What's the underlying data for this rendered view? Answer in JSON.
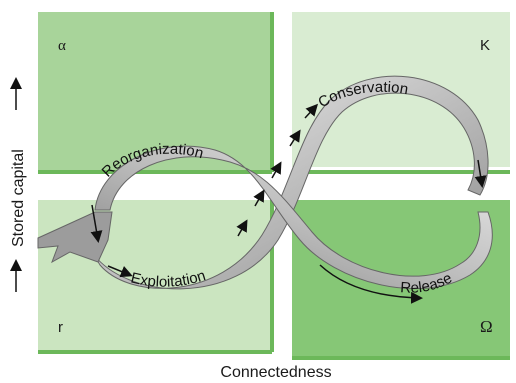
{
  "diagram": {
    "quadrants": {
      "top_left": {
        "label": "α",
        "color": "#a8d49a"
      },
      "top_right": {
        "label": "K",
        "color": "#d9ecd2"
      },
      "bottom_left": {
        "label": "r",
        "color": "#cbe5c0"
      },
      "bottom_right": {
        "label": "Ω",
        "color": "#86c776"
      }
    },
    "divider_color": "#6cb85a",
    "band_labels": {
      "reorganization": "Reorganization",
      "conservation": "Conservation",
      "exploitation": "Exploitation",
      "release": "Release"
    },
    "axes": {
      "x_label": "Connectedness",
      "y_label": "Stored capital"
    },
    "band_colors": {
      "light": "#f4f4f4",
      "mid": "#b5b5b5",
      "dark": "#7a7a7a"
    }
  }
}
